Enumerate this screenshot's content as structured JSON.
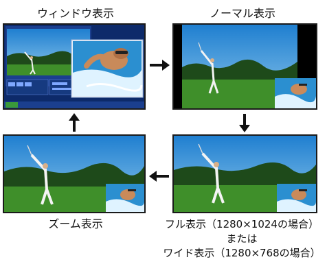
{
  "labels": {
    "window": "ウィンドウ表示",
    "normal": "ノーマル表示",
    "zoom": "ズーム表示",
    "full_line1": "フル表示（1280×1024の場合）",
    "full_line2": "または",
    "full_line3": "ワイド表示（1280×768の場合）"
  },
  "colors": {
    "sky_top": "#1f7fd0",
    "sky_bottom": "#8fc8ec",
    "trees": "#1e4a1a",
    "grass": "#3f8f2a",
    "arrow": "#111111",
    "window_chrome": "#1b3f8f",
    "panel_bg": "#0d2a6a"
  },
  "icons": {
    "arrow_right": "arrow-right-icon",
    "arrow_down": "arrow-down-icon",
    "arrow_left": "arrow-left-icon",
    "arrow_up": "arrow-up-icon"
  }
}
